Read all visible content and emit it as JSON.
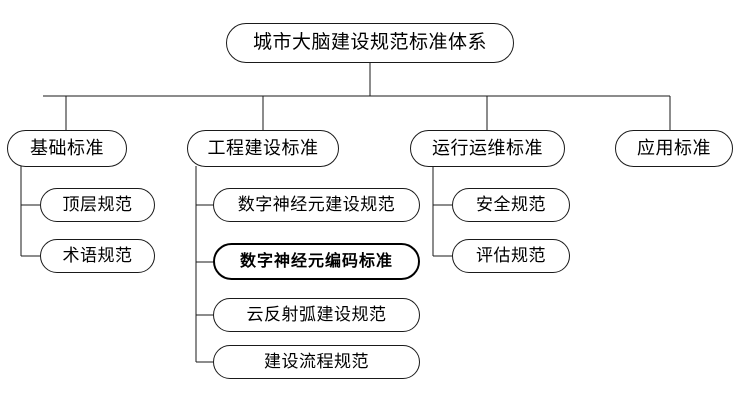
{
  "diagram": {
    "type": "tree-hierarchy",
    "title": "城市大脑建设规范标准体系",
    "background_color": "#ffffff",
    "line_color": "#1a1a1a",
    "text_color": "#000000",
    "root": {
      "label": "城市大脑建设规范标准体系"
    },
    "branches": [
      {
        "label": "基础标准",
        "children": [
          {
            "label": "顶层规范",
            "emphasis": false
          },
          {
            "label": "术语规范",
            "emphasis": false
          }
        ]
      },
      {
        "label": "工程建设标准",
        "children": [
          {
            "label": "数字神经元建设规范",
            "emphasis": false
          },
          {
            "label": "数字神经元编码标准",
            "emphasis": true
          },
          {
            "label": "云反射弧建设规范",
            "emphasis": false
          },
          {
            "label": "建设流程规范",
            "emphasis": false
          }
        ]
      },
      {
        "label": "运行运维标准",
        "children": [
          {
            "label": "安全规范",
            "emphasis": false
          },
          {
            "label": "评估规范",
            "emphasis": false
          }
        ]
      },
      {
        "label": "应用标准",
        "children": []
      }
    ]
  }
}
